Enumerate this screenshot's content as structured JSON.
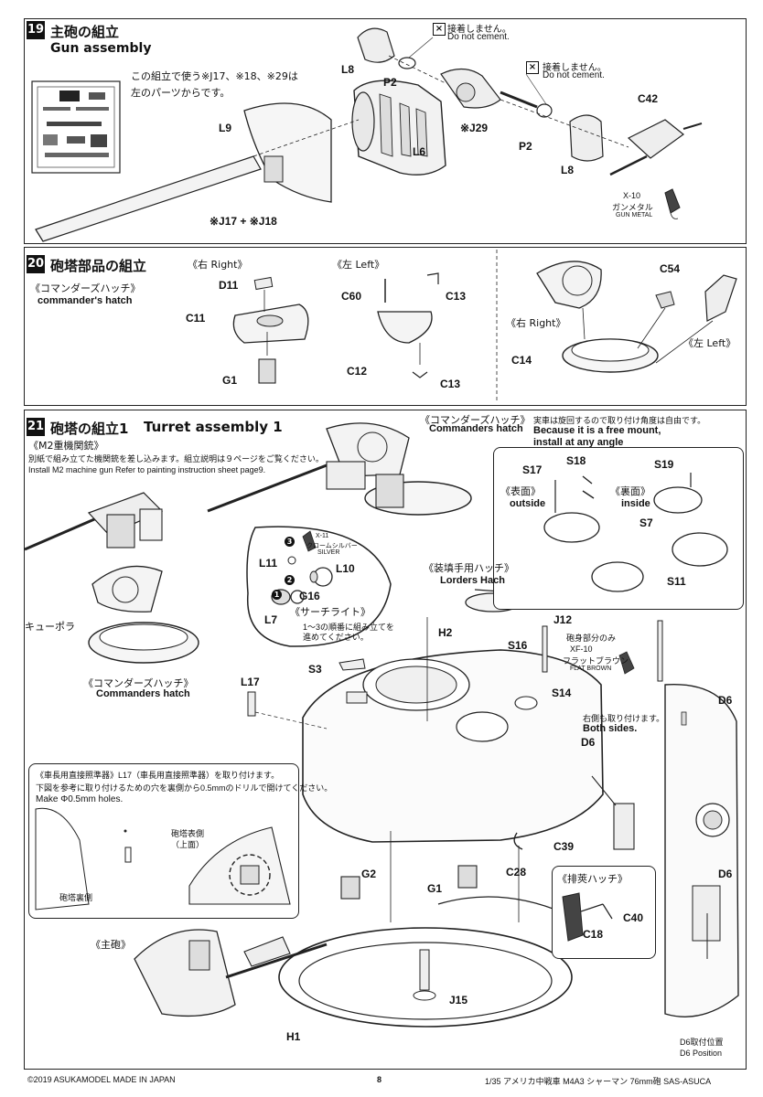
{
  "step19": {
    "num": "19",
    "title_jp": "主砲の組立",
    "title_en": "Gun assembly",
    "parts_note": [
      "この組立で使う※J17、※18、※29は",
      "左のパーツからです。"
    ],
    "labels": {
      "l9": "L9",
      "l6": "L6",
      "l8a": "L8",
      "l8b": "L8",
      "p2a": "P2",
      "p2b": "P2",
      "j29": "※J29",
      "c42": "C42",
      "j17j18": "※J17 + ※J18"
    },
    "no_cement_jp": "接着しません。",
    "no_cement_en": "Do not cement.",
    "paint": {
      "code": "X-10",
      "jp": "ガンメタル",
      "en": "GUN METAL"
    }
  },
  "step20": {
    "num": "20",
    "title_jp": "砲塔部品の組立",
    "hatch_jp": "《コマンダーズハッチ》",
    "hatch_en": "commander's hatch",
    "right": "《右 Right》",
    "left": "《左 Left》",
    "right2": "《右 Right》",
    "left2": "《左 Left》",
    "labels": {
      "d11": "D11",
      "c11": "C11",
      "g1": "G1",
      "c60": "C60",
      "c13a": "C13",
      "c13b": "C13",
      "c12": "C12",
      "c54": "C54",
      "c14": "C14"
    }
  },
  "step21": {
    "num": "21",
    "title_jp": "砲塔の組立1",
    "title_en": "Turret assembly 1",
    "m2_jp": "《M2重機関銃》",
    "m2_note_jp": "別紙で組み立てた機関銃を差し込みます。組立説明は９ページをご覧ください。",
    "m2_note_en": "Install M2 machine gun  Refer to painting instruction sheet page9.",
    "cmd_hatch_jp": "《コマンダーズハッチ》",
    "cmd_hatch_en": "Commanders hatch",
    "cupola_jp": "キューポラ",
    "cmd_hatch2_jp": "《コマンダーズハッチ》",
    "cmd_hatch2_en": "Commanders hatch",
    "free_mount_jp": "実車は旋回するので取り付け角度は自由です。",
    "free_mount_en1": "Because it is a free mount,",
    "free_mount_en2": "install at any angle",
    "outside_jp": "《表面》",
    "outside_en": "outside",
    "inside_jp": "《裏面》",
    "inside_en": "inside",
    "box_labels": {
      "s17": "S17",
      "s18": "S18",
      "s19": "S19",
      "s7": "S7",
      "s11": "S11"
    },
    "chrome": {
      "code": "X-11",
      "jp": "クロームシルバー",
      "en": "SILVER"
    },
    "searchlight_labels": {
      "l11": "L11",
      "l10": "L10",
      "g16": "G16",
      "l7": "L7"
    },
    "searchlight_title": "《サーチライト》",
    "searchlight_note": "1〜3の順番に組み立てを進めてください。",
    "loaders_jp": "《装填手用ハッチ》",
    "loaders_en": "Lorders Hach",
    "labels": {
      "h2": "H2",
      "s16": "S16",
      "s14": "S14",
      "j12": "J12",
      "s3": "S3",
      "l17": "L17",
      "d6a": "D6",
      "d6b": "D6",
      "d6c": "D6",
      "c39": "C39",
      "g2": "G2",
      "g1": "G1",
      "c28": "C28",
      "j15": "J15",
      "h1": "H1",
      "c40": "C40",
      "c18": "C18"
    },
    "barrel_only": "砲身部分のみ",
    "brown": {
      "code": "XF-10",
      "jp": "フラットブラウン",
      "en": "FLAT BROWN"
    },
    "both_jp": "右側も取り付けます。",
    "both_en": "Both sides.",
    "vent_jp": "《排莢ハッチ》",
    "l17_title_jp": "《車長用直接照準器》L17（車長用直接照準器）を取り付けます。",
    "l17_note_jp": "下図を参考に取り付けるための穴を裏側から0.5mmのドリルで開けてください。",
    "l17_note_en": "Make Φ0.5mm holes.",
    "turret_top_jp": "砲塔表側",
    "turret_top_paren": "（上面）",
    "turret_back_jp": "砲塔裏側",
    "main_gun_jp": "《主砲》",
    "d6_pos_jp": "D6取付位置",
    "d6_pos_en": "D6 Position"
  },
  "footer": {
    "copyright": "©2019 ASUKAMODEL    MADE IN JAPAN",
    "page": "8",
    "product": "1/35 アメリカ中戦車 M4A3 シャーマン 76mm砲 SAS-ASUCA"
  }
}
